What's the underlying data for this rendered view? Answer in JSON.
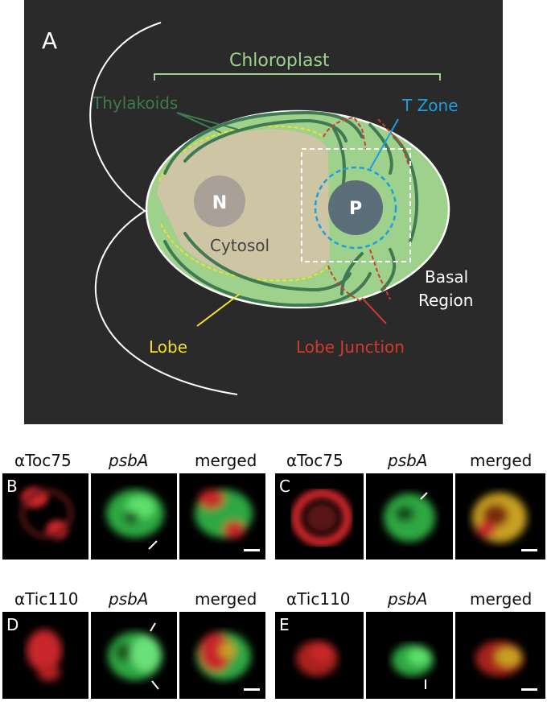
{
  "panel_a": {
    "letter": "A",
    "chloroplast_label": "Chloroplast",
    "thylakoids_label": "Thylakoids",
    "t_zone_label": "T Zone",
    "nucleus_label": "N",
    "pyrenoid_label": "P",
    "cytosol_label": "Cytosol",
    "basal_region_label_line1": "Basal",
    "basal_region_label_line2": "Region",
    "lobe_label": "Lobe",
    "lobe_junction_label": "Lobe Junction",
    "colors": {
      "background": "#2a2a2a",
      "chloroplast": "#9ed18c",
      "cytosol": "#cdc5a4",
      "thylakoid": "#3f7a52",
      "lobe": "#f2e02a",
      "lobe_junction": "#d33a2c",
      "t_zone": "#1aa0e0",
      "nucleus": "#a9a197",
      "pyrenoid": "#5b6f7a"
    }
  },
  "row_bc": {
    "B": {
      "letter": "B",
      "titles": [
        "αToc75",
        "psbA",
        "merged"
      ]
    },
    "C": {
      "letter": "C",
      "titles": [
        "αToc75",
        "psbA",
        "merged"
      ]
    }
  },
  "row_de": {
    "D": {
      "letter": "D",
      "titles": [
        "αTic110",
        "psbA",
        "merged"
      ]
    },
    "E": {
      "letter": "E",
      "titles": [
        "αTic110",
        "psbA",
        "merged"
      ]
    }
  }
}
